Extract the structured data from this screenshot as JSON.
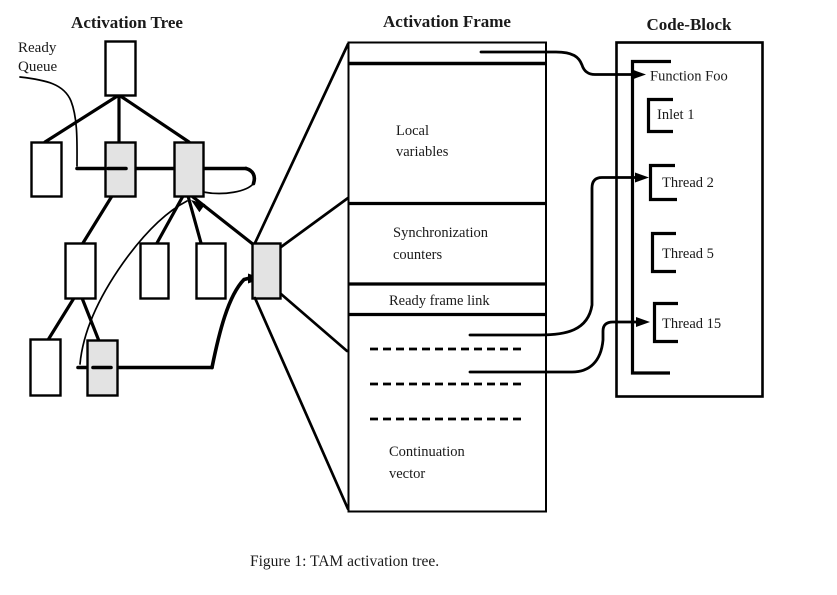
{
  "figure": {
    "caption": "Figure 1: TAM activation tree.",
    "activation_tree": {
      "title": "Activation Tree",
      "ready_queue_label_line1": "Ready",
      "ready_queue_label_line2": "Queue"
    },
    "activation_frame": {
      "title": "Activation Frame",
      "sections": {
        "local_variables_line1": "Local",
        "local_variables_line2": "variables",
        "sync_counters_line1": "Synchronization",
        "sync_counters_line2": "counters",
        "ready_frame_link": "Ready frame link",
        "continuation_vector_line1": "Continuation",
        "continuation_vector_line2": "vector"
      }
    },
    "code_block": {
      "title": "Code-Block",
      "entries": [
        {
          "label": "Function Foo"
        },
        {
          "label": "Inlet 1"
        },
        {
          "label": "Thread 2"
        },
        {
          "label": "Thread 5"
        },
        {
          "label": "Thread 15"
        }
      ]
    },
    "colors": {
      "ready_node_fill": "#e3e3e3",
      "node_fill": "#ffffff",
      "line": "#000000",
      "text": "#1a1a1a"
    }
  }
}
